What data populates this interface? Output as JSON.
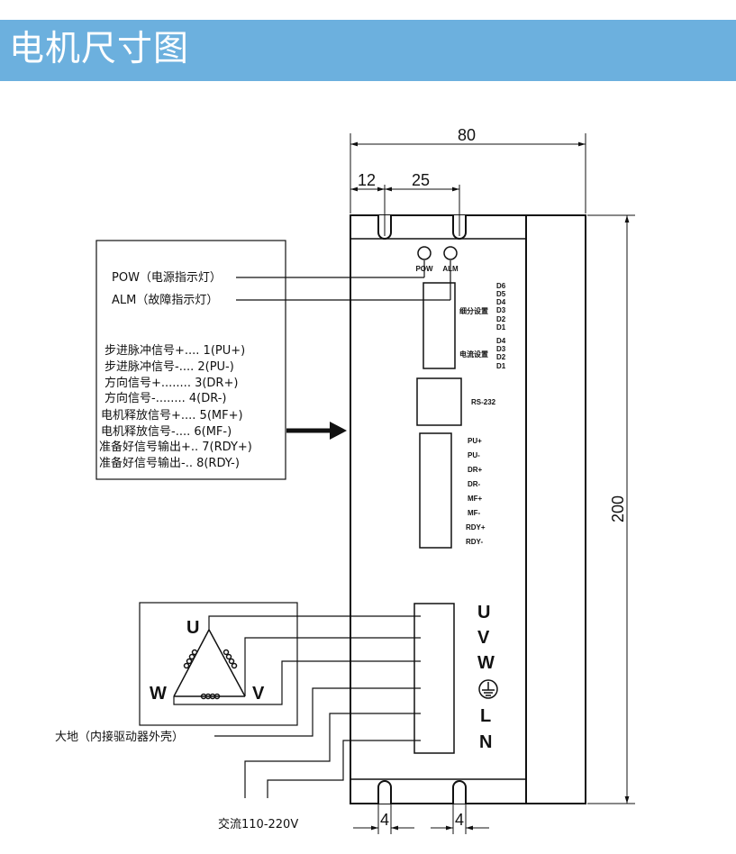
{
  "header": {
    "title": "电机尺寸图",
    "bar_color": "#6cb0de"
  },
  "dimensions": {
    "overall_width": "80",
    "slot_offset": "12",
    "slot_spacing": "25",
    "height": "200",
    "bottom_slot_left": "4",
    "bottom_slot_right": "4"
  },
  "leds": {
    "pow_label": "POW",
    "alm_label": "ALM"
  },
  "dip_switch": {
    "subdivision_label": "细分设置",
    "current_label": "电流设置",
    "subdivision_pins": [
      "D6",
      "D5",
      "D4",
      "D3",
      "D2",
      "D1"
    ],
    "current_pins": [
      "D4",
      "D3",
      "D2",
      "D1"
    ]
  },
  "rs232": {
    "label": "RS-232"
  },
  "signal_terminals": [
    "PU+",
    "PU-",
    "DR+",
    "DR-",
    "MF+",
    "MF-",
    "RDY+",
    "RDY-"
  ],
  "power_terminals": [
    "U",
    "V",
    "W",
    "L",
    "N"
  ],
  "legend": {
    "led_lines": [
      "POW（电源指示灯）",
      "ALM（故障指示灯）"
    ],
    "signal_lines": [
      "步进脉冲信号+.... 1(PU+)",
      "步进脉冲信号-.... 2(PU-)",
      "方向信号+........ 3(DR+)",
      "方向信号-........ 4(DR-)",
      "电机释放信号+.... 5(MF+)",
      "电机释放信号-.... 6(MF-)",
      "准备好信号输出+.. 7(RDY+)",
      "准备好信号输出-.. 8(RDY-)"
    ]
  },
  "motor": {
    "u": "U",
    "v": "V",
    "w": "W"
  },
  "labels": {
    "ground": "大地（内接驱动器外壳）",
    "ac_power": "交流110-220V"
  }
}
